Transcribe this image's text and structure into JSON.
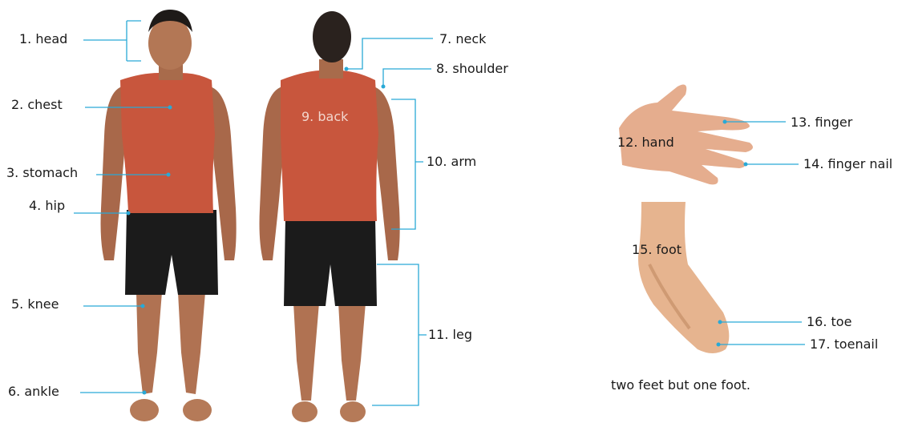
{
  "labels": {
    "head": "1. head",
    "chest": "2. chest",
    "stomach": "3. stomach",
    "hip": "4. hip",
    "knee": "5. knee",
    "ankle": "6. ankle",
    "neck": "7. neck",
    "shoulder": "8. shoulder",
    "back": "9. back",
    "arm": "10. arm",
    "leg": "11. leg",
    "hand": "12. hand",
    "finger": "13. finger",
    "finger_nail": "14. finger nail",
    "foot": "15. foot",
    "toe": "16. toe",
    "toenail": "17. toenail"
  },
  "caption": "two feet but one foot.",
  "colors": {
    "line": "#29a9d6",
    "skin": "#b97a55",
    "skin_dark": "#8a5536",
    "shirt": "#c8563d",
    "shorts": "#1b1b1b",
    "hair": "#1e1a18"
  }
}
